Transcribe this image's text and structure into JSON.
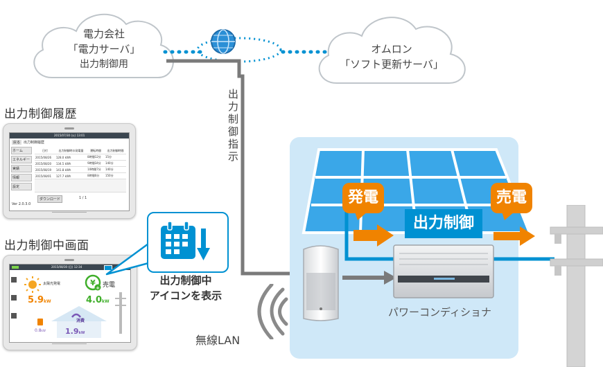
{
  "cloud_left": {
    "line1": "電力会社",
    "line2": "「電力サーバ」",
    "line3": "出力制御用"
  },
  "cloud_right": {
    "line1": "オムロン",
    "line2": "「ソフト更新サーバ」"
  },
  "vertical_label": "出力制御指示",
  "history_title": "出力制御履歴",
  "active_title": "出力制御中画面",
  "callout": {
    "line1": "出力制御中",
    "line2": "アイコンを表示"
  },
  "badges": {
    "generation": "発電",
    "sell": "売電",
    "control": "出力制御"
  },
  "power_conditioner_label": "パワーコンディショナ",
  "wireless_label": "無線LAN",
  "history_screen": {
    "header": "2015/07/30 (火) 13:01",
    "back": "戻る",
    "tab": "出力制御履歴",
    "version": "Ver 2.0.3.0",
    "columns": [
      "日付",
      "出力制御時の発電量",
      "運転時間",
      "出力制御時間"
    ],
    "rows": [
      [
        "2015/08/26",
        "128.0 kWh",
        "8時間12分",
        "15分"
      ],
      [
        "2015/08/20",
        "134.5 kWh",
        "9時間34分",
        "140分"
      ],
      [
        "2015/08/19",
        "141.8 kWh",
        "10時間7分",
        "140分"
      ],
      [
        "2015/08/01",
        "127.7 kWh",
        "8時間0分",
        "150分"
      ]
    ],
    "menu": [
      "ホーム",
      "エネルギー",
      "実績",
      "情報",
      "設定"
    ],
    "download": "ダウンロード",
    "page": "1 / 1"
  },
  "active_screen": {
    "header": "2015/08/30 (日) 12:34",
    "solar_label": "太陽光発電",
    "solar_value": "5.9",
    "sell_label": "売電",
    "sell_value": "4.0",
    "unit": "kW",
    "consume_label": "消費",
    "consume_value": "1.9",
    "storage_value": "0.8"
  },
  "colors": {
    "orange": "#f08300",
    "blue": "#0091d2",
    "house": "#cfe8f8",
    "panel": "#3aa7e8"
  }
}
